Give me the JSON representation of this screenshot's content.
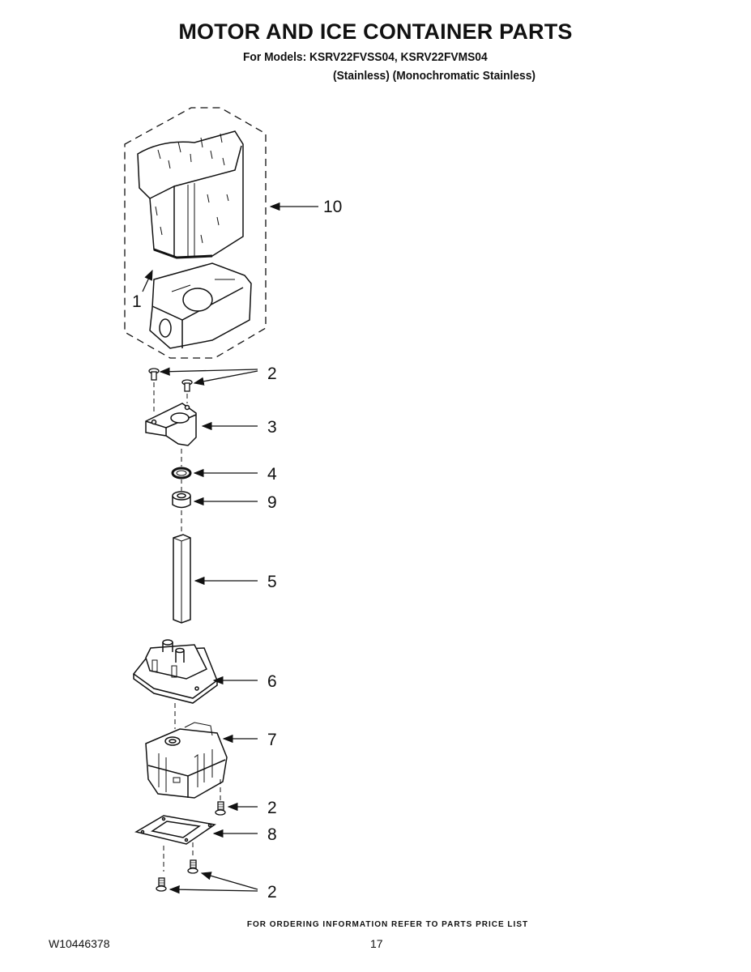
{
  "header": {
    "title": "MOTOR AND ICE CONTAINER PARTS",
    "models": "For Models: KSRV22FVSS04, KSRV22FVMS04",
    "variants": "(Stainless) (Monochromatic Stainless)"
  },
  "callouts": {
    "c10": "10",
    "c1": "1",
    "c2_top": "2",
    "c3": "3",
    "c4": "4",
    "c9": "9",
    "c5": "5",
    "c6": "6",
    "c7": "7",
    "c2_mid": "2",
    "c8": "8",
    "c2_bottom": "2"
  },
  "footer": {
    "note": "FOR ORDERING INFORMATION REFER TO PARTS PRICE LIST",
    "doc_number": "W10446378",
    "page_number": "17"
  }
}
